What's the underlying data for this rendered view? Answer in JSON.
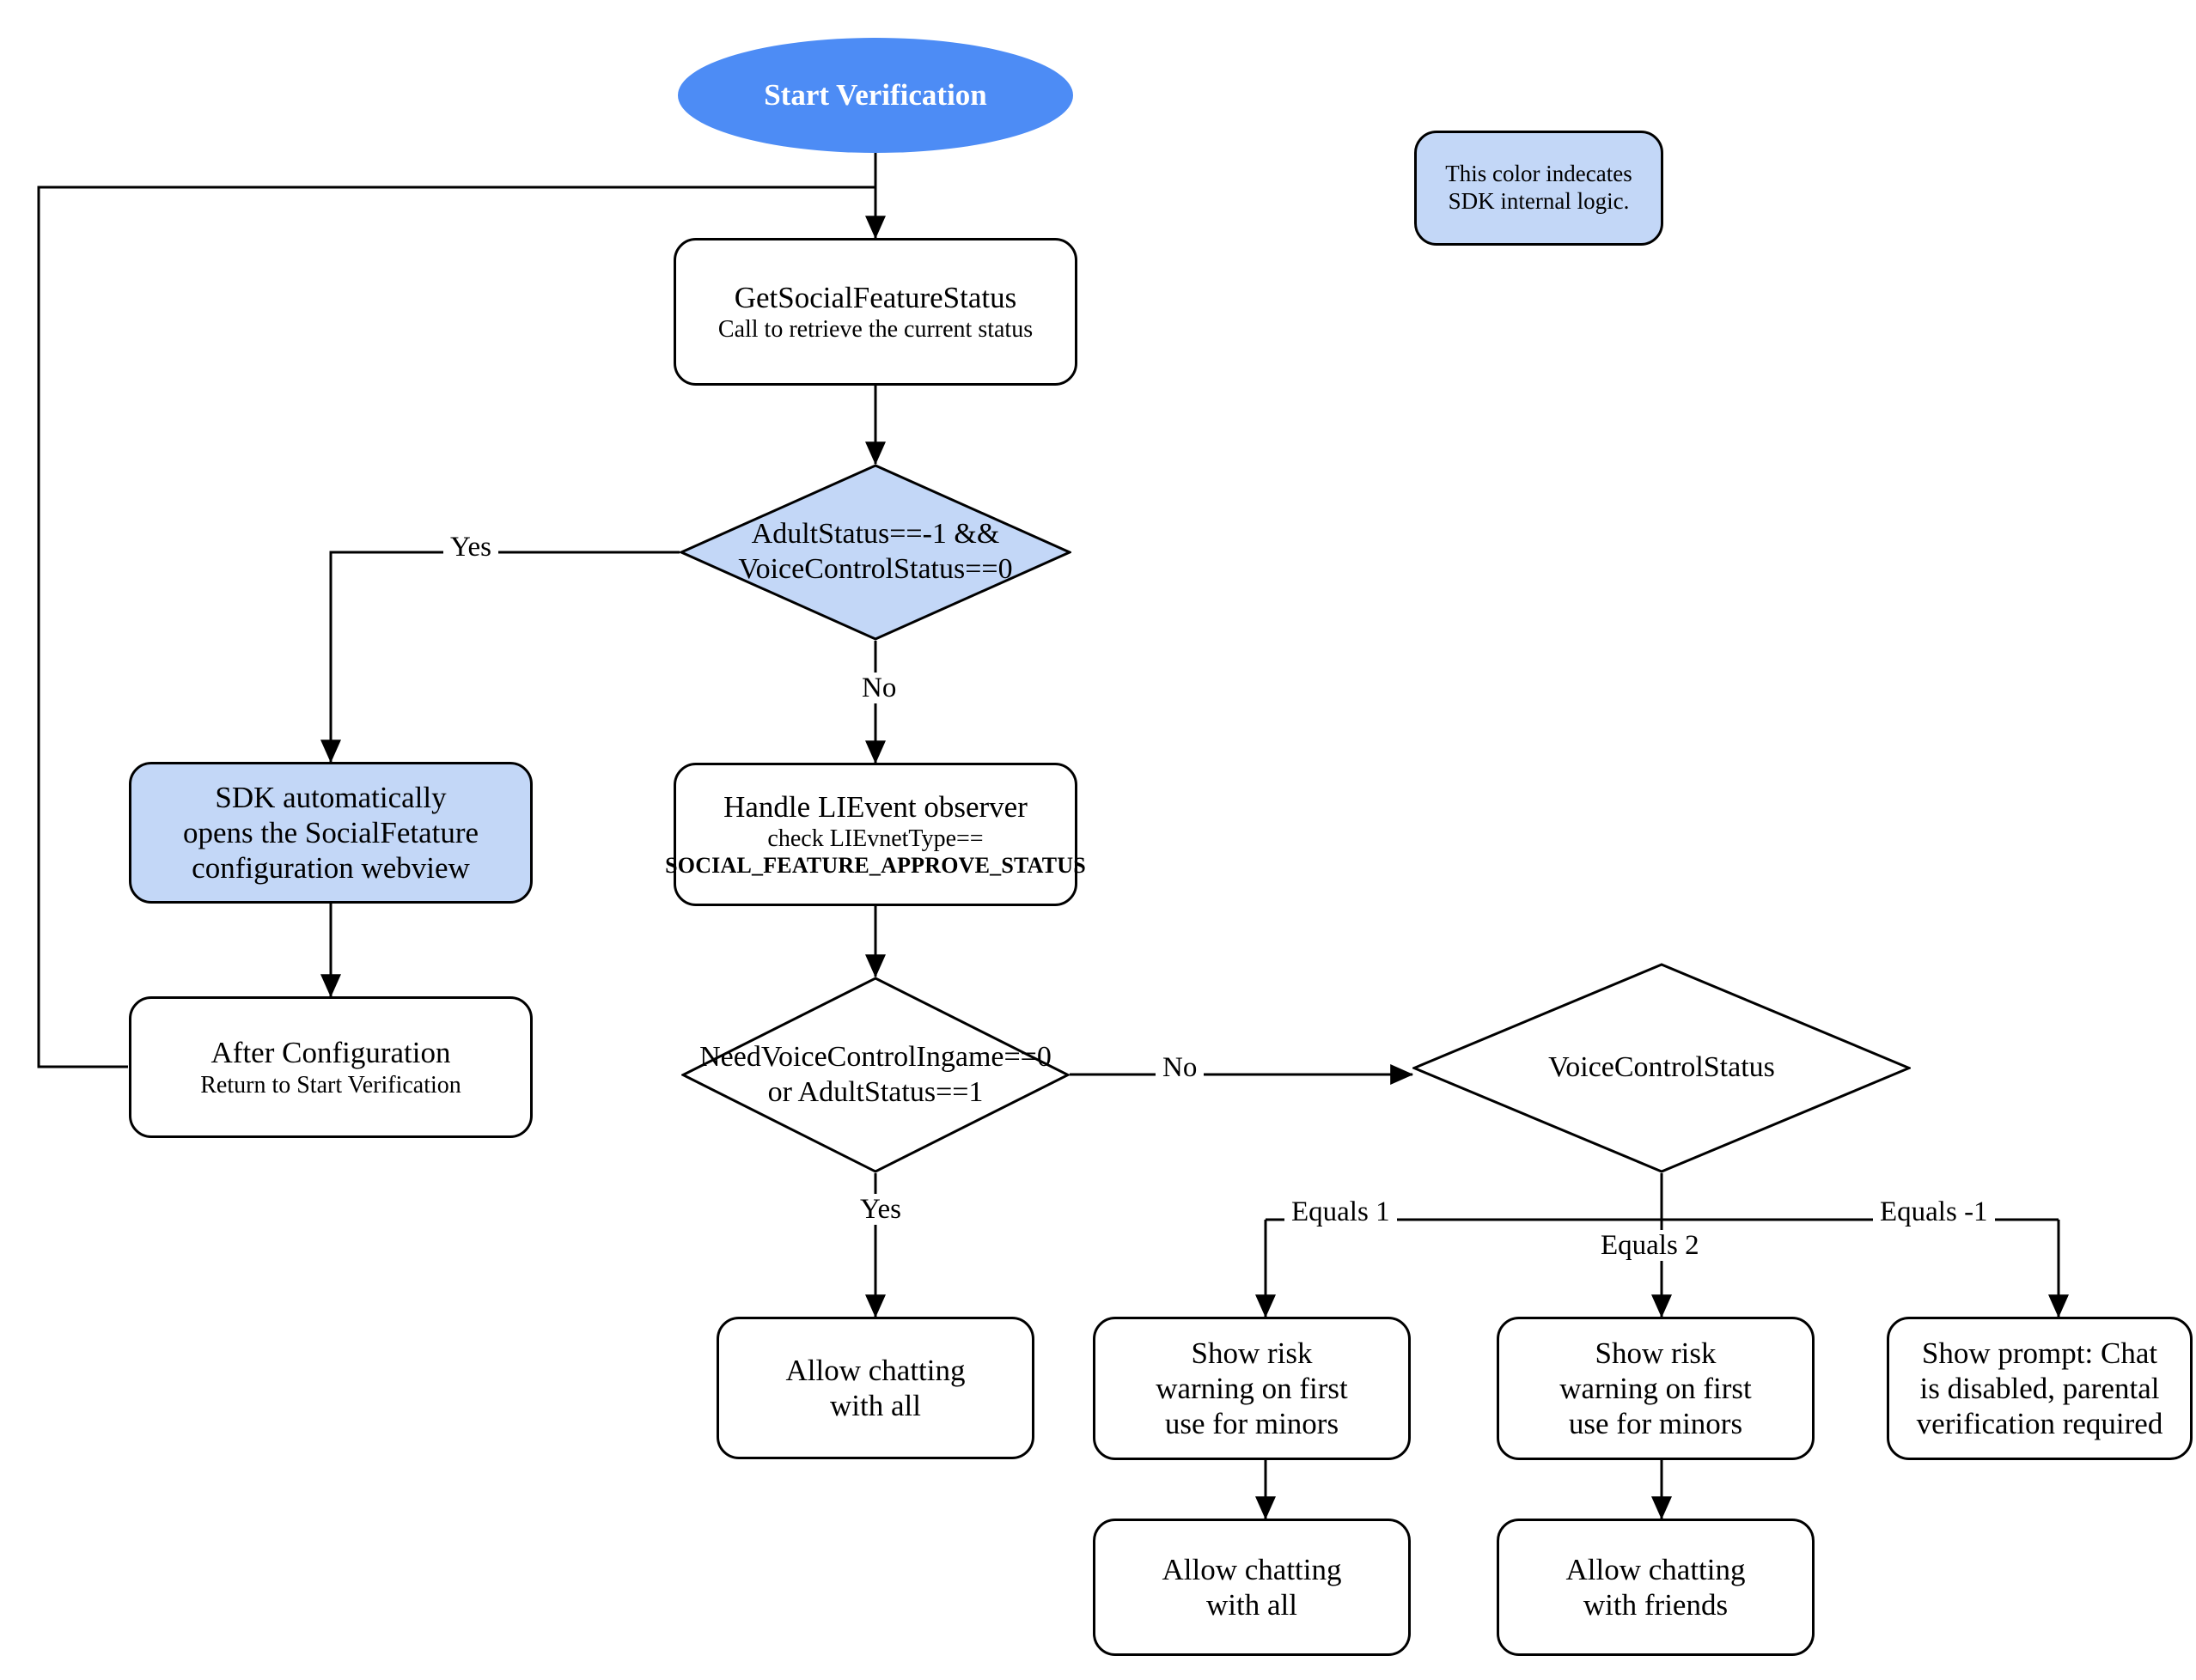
{
  "diagram": {
    "title": "Social Feature Verification Flow",
    "colors": {
      "start_fill": "#4d8cf5",
      "sdk_fill": "#c3d7f7",
      "node_stroke": "#000000",
      "node_fill": "#ffffff",
      "text": "#000000",
      "start_text": "#ffffff"
    }
  },
  "nodes": {
    "start": {
      "label": "Start Verification",
      "shape": "ellipse"
    },
    "legend": {
      "line1": "This color indecates",
      "line2": "SDK internal logic.",
      "shape": "rounded-rect"
    },
    "get_status": {
      "title": "GetSocialFeatureStatus",
      "subtitle": "Call to retrieve the current status",
      "shape": "rounded-rect"
    },
    "decision_adult": {
      "line1": "AdultStatus==-1 &&",
      "line2": "VoiceControlStatus==0",
      "shape": "diamond"
    },
    "sdk_webview": {
      "line1": "SDK automatically",
      "line2": "opens the SocialFetature",
      "line3": "configuration webview",
      "shape": "rounded-rect"
    },
    "after_config": {
      "title": "After Configuration",
      "subtitle": "Return to Start Verification",
      "shape": "rounded-rect"
    },
    "handle_lievent": {
      "title": "Handle LIEvent observer",
      "subtitle": "check LIEvnetType==",
      "code": "SOCIAL_FEATURE_APPROVE_STATUS",
      "shape": "rounded-rect"
    },
    "decision_need_voice": {
      "line1": "NeedVoiceControlIngame==0",
      "line2": "or AdultStatus==1",
      "shape": "diamond"
    },
    "decision_voice_status": {
      "line1": "VoiceControlStatus",
      "shape": "diamond"
    },
    "allow_all_left": {
      "line1": "Allow chatting",
      "line2": "with all",
      "shape": "rounded-rect"
    },
    "warn_minors_1": {
      "line1": "Show risk",
      "line2": "warning on first",
      "line3": "use for minors",
      "shape": "rounded-rect"
    },
    "warn_minors_2": {
      "line1": "Show risk",
      "line2": "warning on first",
      "line3": "use for minors",
      "shape": "rounded-rect"
    },
    "prompt_disabled": {
      "line1": "Show prompt: Chat",
      "line2": "is disabled, parental",
      "line3": "verification required",
      "shape": "rounded-rect"
    },
    "allow_all_mid": {
      "line1": "Allow chatting",
      "line2": "with all",
      "shape": "rounded-rect"
    },
    "allow_friends": {
      "line1": "Allow chatting",
      "line2": "with friends",
      "shape": "rounded-rect"
    }
  },
  "edge_labels": {
    "adult_yes": "Yes",
    "adult_no": "No",
    "need_voice_yes": "Yes",
    "need_voice_no": "No",
    "voice_equals_1": "Equals 1",
    "voice_equals_2": "Equals 2",
    "voice_equals_neg1": "Equals -1"
  }
}
